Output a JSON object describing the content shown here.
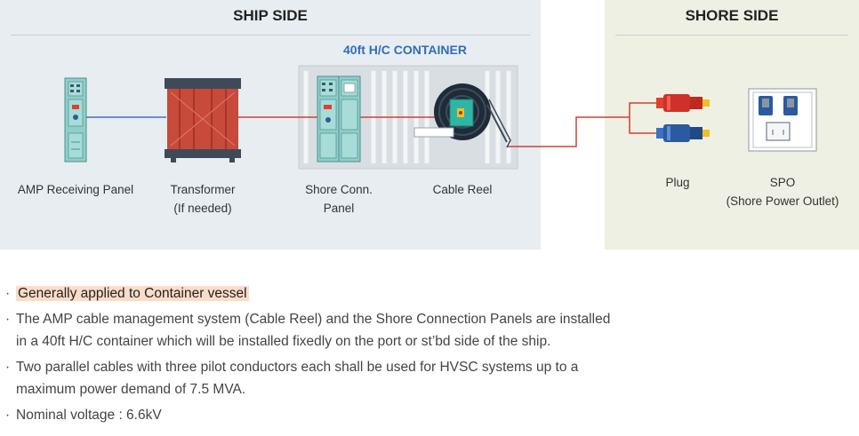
{
  "ship_side": {
    "title": "SHIP SIDE",
    "container_title": "40ft H/C CONTAINER"
  },
  "shore_side": {
    "title": "SHORE SIDE"
  },
  "components": {
    "amp_panel": "AMP Receiving Panel",
    "transformer_line1": "Transformer",
    "transformer_line2": "(If needed)",
    "shore_conn_line1": "Shore Conn.",
    "shore_conn_line2": "Panel",
    "cable_reel": "Cable Reel",
    "plug": "Plug",
    "spo_line1": "SPO",
    "spo_line2": "(Shore Power Outlet)"
  },
  "notes": {
    "bullet": "·",
    "highlight": "Generally applied to Container vessel",
    "item1_line1": "The AMP cable management system (Cable Reel) and the Shore Connection Panels are installed",
    "item1_line2": "in a 40ft H/C container which will be installed fixedly on the port or st’bd side of the ship.",
    "item2_line1": "Two parallel cables with three pilot conductors each shall be used for HVSC systems up to a",
    "item2_line2": "maximum power demand of 7.5 MVA.",
    "item3": "Nominal voltage : 6.6kV"
  },
  "colors": {
    "ship_bg": "#e8edf1",
    "shore_bg": "#eef0e3",
    "container_title": "#2f6fb5",
    "panel": "#8fcfcb",
    "transformer": "#c84a3a",
    "cable_red": "#d04030",
    "cable_blue": "#3a72c4",
    "highlight": "#fbdcc8"
  }
}
